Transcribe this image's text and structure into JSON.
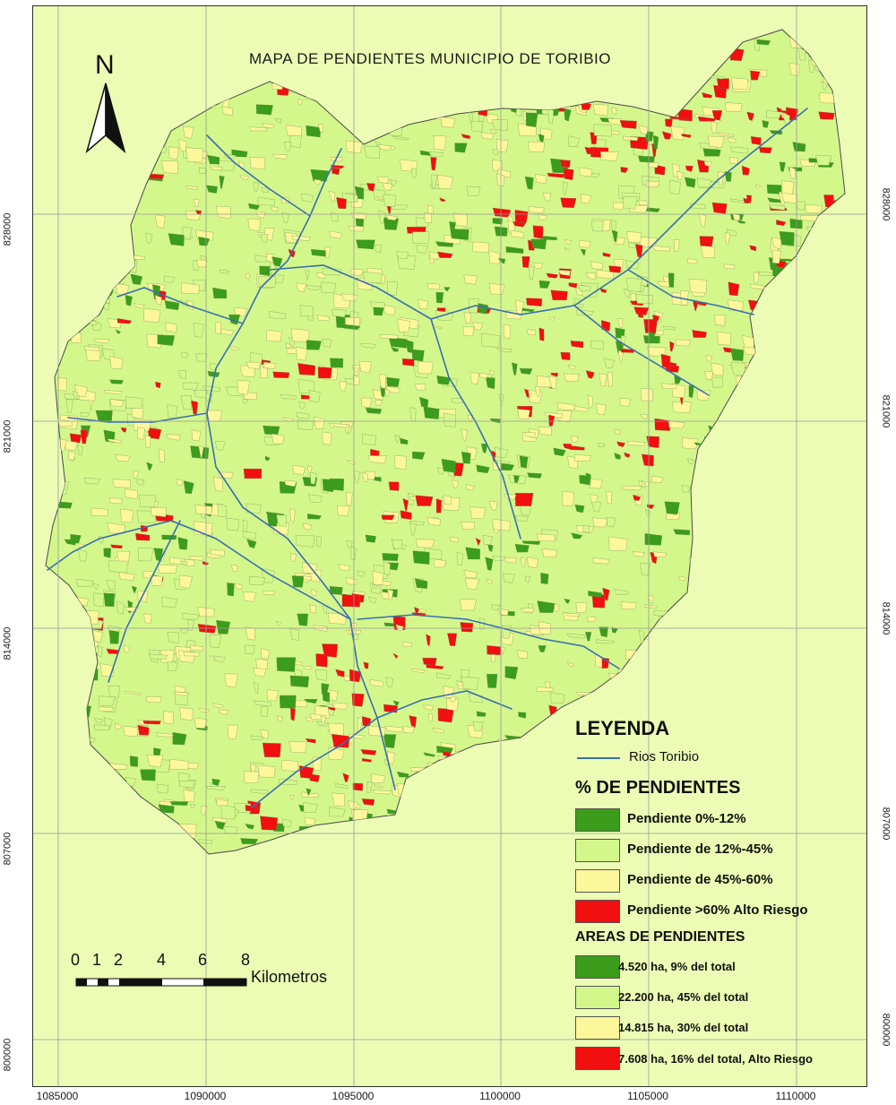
{
  "title": "MAPA DE PENDIENTES MUNICIPIO DE TORIBIO",
  "north": "N",
  "axes": {
    "x_ticks": [
      "1085000",
      "1090000",
      "1095000",
      "1100000",
      "1105000",
      "1110000"
    ],
    "y_ticks": [
      "828000",
      "821000",
      "814000",
      "807000",
      "800000"
    ]
  },
  "legend": {
    "title": "LEYENDA",
    "river_label": "Rios Toribio",
    "slopes_title": "% DE PENDIENTES",
    "slope_classes": [
      {
        "label": "Pendiente 0%-12%",
        "color": "#3c9c1c"
      },
      {
        "label": "Pendiente de 12%-45%",
        "color": "#d4f78c"
      },
      {
        "label": "Pendiente de 45%-60%",
        "color": "#fbf79a"
      },
      {
        "label": "Pendiente >60% Alto Riesgo",
        "color": "#f20f0f"
      }
    ],
    "areas_title": "AREAS DE PENDIENTES",
    "area_classes": [
      {
        "label": "4.520 ha, 9%  del total",
        "color": "#3c9c1c"
      },
      {
        "label": "22.200 ha, 45%  del total",
        "color": "#d4f78c"
      },
      {
        "label": "14.815 ha, 30%  del total",
        "color": "#fbf79a"
      },
      {
        "label": "7.608 ha, 16%  del total, Alto Riesgo",
        "color": "#f20f0f"
      }
    ]
  },
  "scale_bar": {
    "labels": [
      "0",
      "1",
      "2",
      "4",
      "6",
      "8"
    ],
    "unit": "Kilometros"
  },
  "colors": {
    "background": "#ecfcb4",
    "river": "#3a6fb0",
    "grid": "#9a9a9a"
  }
}
